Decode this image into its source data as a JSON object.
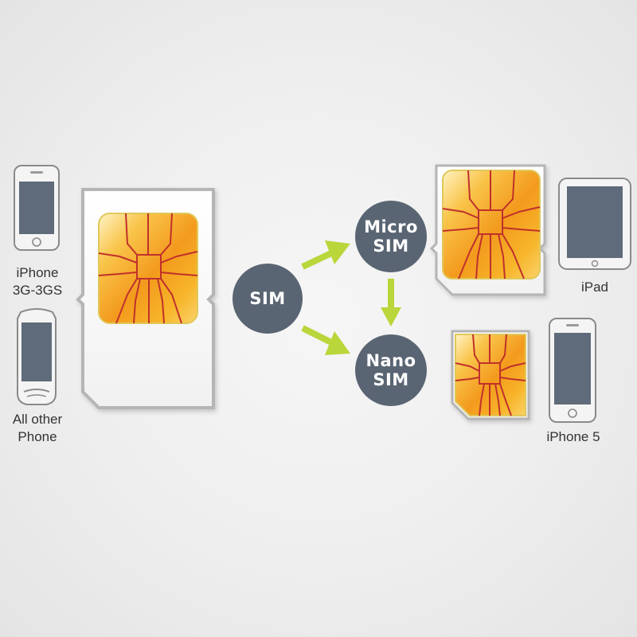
{
  "devices": {
    "iphone_3g": {
      "label": "iPhone\n3G-3GS"
    },
    "other_phone": {
      "label": "All other\nPhone"
    },
    "ipad": {
      "label": "iPad"
    },
    "iphone_5": {
      "label": "iPhone 5"
    }
  },
  "nodes": {
    "sim": {
      "label": "SIM"
    },
    "micro_sim": {
      "label": "Micro\nSIM"
    },
    "nano_sim": {
      "label": "Nano\nSIM"
    }
  },
  "colors": {
    "background": "#eeeeee",
    "node_fill": "#5a6573",
    "node_text": "#ffffff",
    "arrow": "#b9d63a",
    "chip_gold": "#f6b21a",
    "chip_lines": "#c0312b",
    "device_screen": "#5f6b7a"
  }
}
